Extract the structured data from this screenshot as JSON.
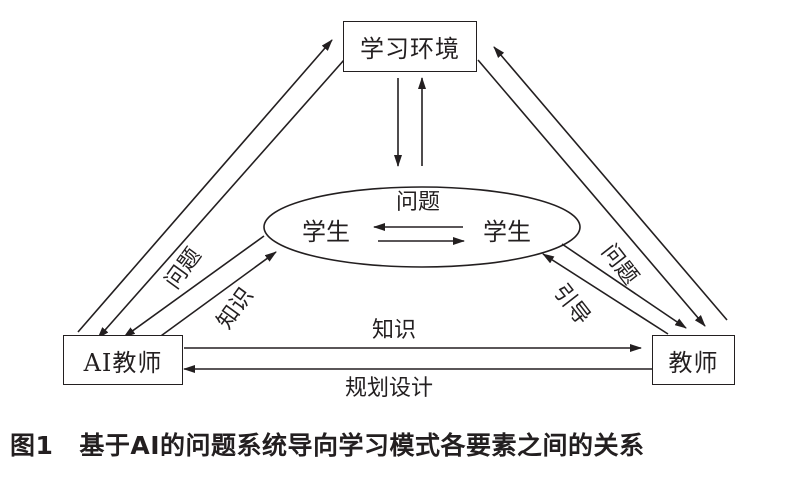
{
  "nodes": {
    "environment": "学习环境",
    "ai_teacher": "AI教师",
    "teacher": "教师",
    "student_left": "学生",
    "student_right": "学生"
  },
  "edge_labels": {
    "student_question": "问题",
    "ai_question": "问题",
    "ai_knowledge": "知识",
    "teacher_question": "问题",
    "teacher_guide": "引导",
    "bottom_knowledge": "知识",
    "bottom_design": "规划设计"
  },
  "caption": {
    "number": "图1",
    "text": "基于AI的问题系统导向学习模式各要素之间的关系"
  },
  "colors": {
    "line": "#231f20",
    "background": "#ffffff"
  }
}
